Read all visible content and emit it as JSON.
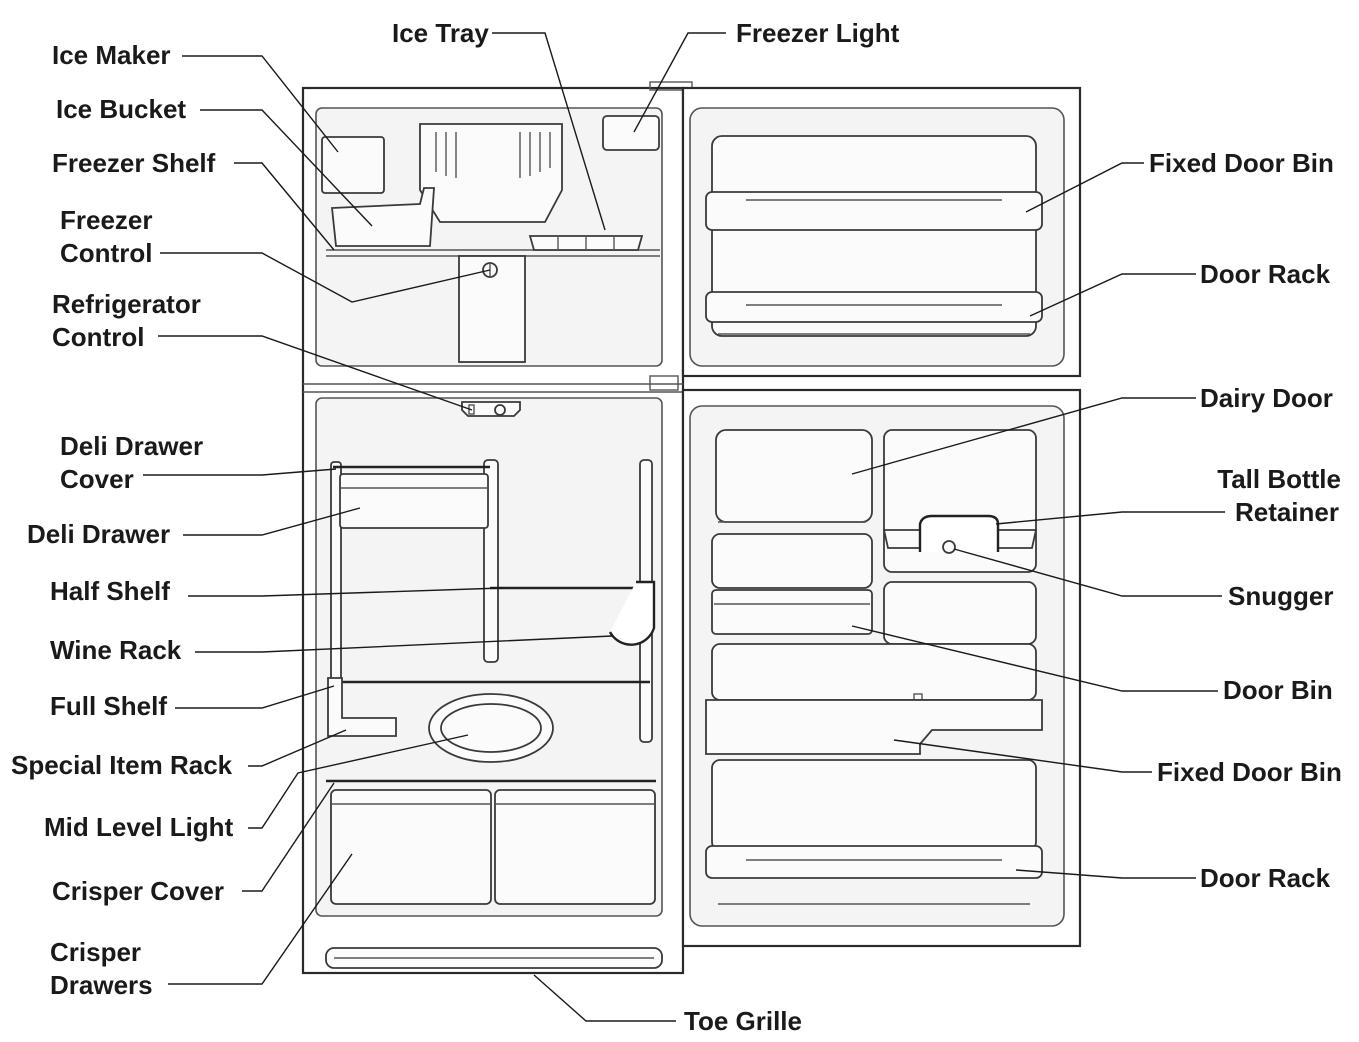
{
  "labels": {
    "ice_maker": "Ice Maker",
    "ice_tray": "Ice Tray",
    "freezer_light": "Freezer Light",
    "ice_bucket": "Ice Bucket",
    "freezer_shelf": "Freezer Shelf",
    "freezer_control": [
      "Freezer",
      "Control"
    ],
    "refrigerator_control": [
      "Refrigerator",
      "Control"
    ],
    "deli_drawer_cover": [
      "Deli Drawer",
      "Cover"
    ],
    "deli_drawer": "Deli Drawer",
    "half_shelf": "Half Shelf",
    "wine_rack": "Wine Rack",
    "full_shelf": "Full Shelf",
    "special_item_rack": "Special Item Rack",
    "mid_level_light": "Mid Level Light",
    "crisper_cover": "Crisper Cover",
    "crisper_drawers": [
      "Crisper",
      "Drawers"
    ],
    "toe_grille": "Toe Grille",
    "fixed_door_bin_top": "Fixed Door Bin",
    "door_rack_top": "Door Rack",
    "dairy_door": "Dairy Door",
    "tall_bottle_retainer": [
      "Tall Bottle",
      "Retainer"
    ],
    "snugger": "Snugger",
    "door_bin": "Door Bin",
    "fixed_door_bin_bottom": "Fixed Door Bin",
    "door_rack_bottom": "Door Rack"
  }
}
